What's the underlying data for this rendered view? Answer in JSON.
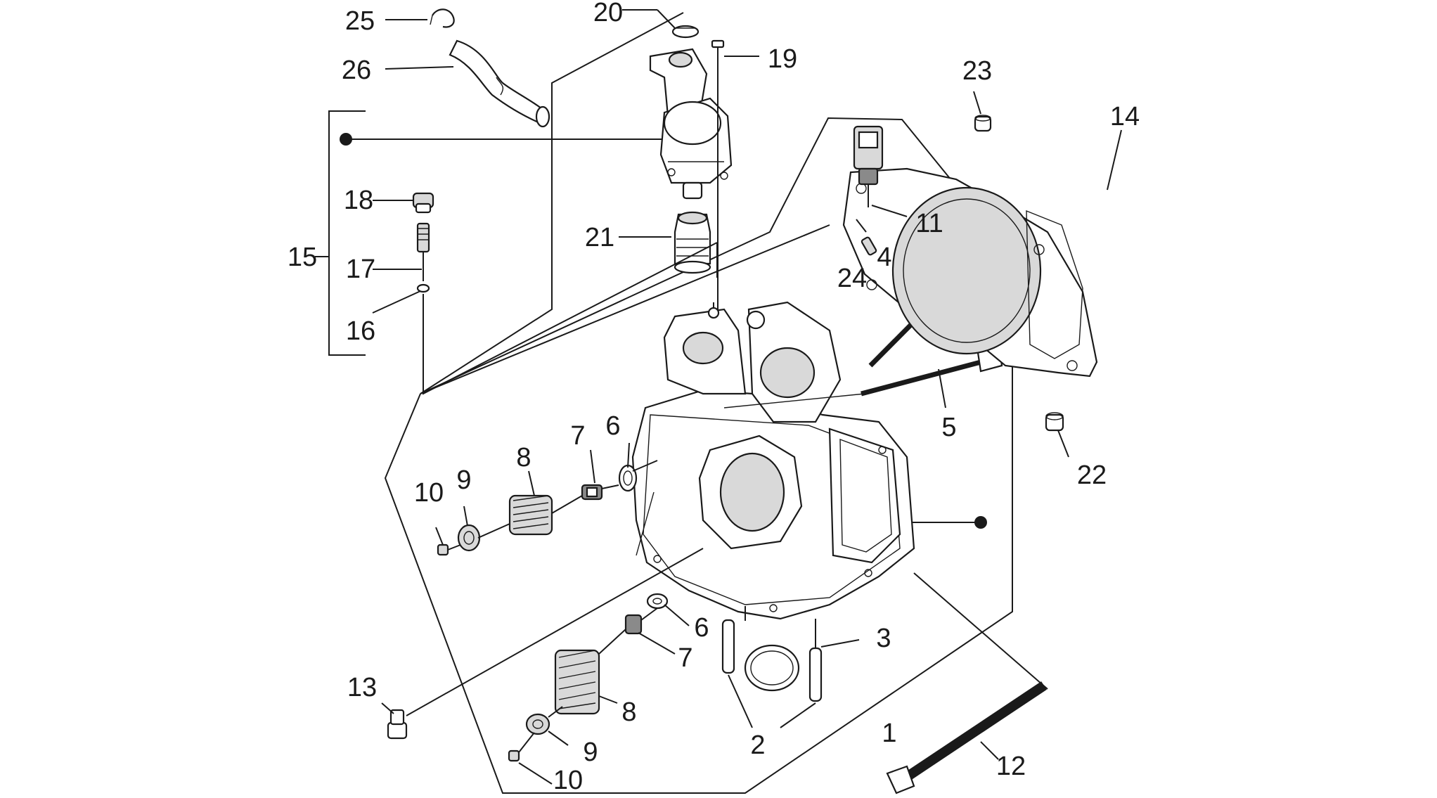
{
  "callouts": {
    "c1": "1",
    "c2": "2",
    "c3": "3",
    "c4": "4",
    "c5": "5",
    "c6a": "6",
    "c6b": "6",
    "c7a": "7",
    "c7b": "7",
    "c8a": "8",
    "c8b": "8",
    "c9a": "9",
    "c9b": "9",
    "c10a": "10",
    "c10b": "10",
    "c11": "11",
    "c12": "12",
    "c13": "13",
    "c14": "14",
    "c15": "15",
    "c16": "16",
    "c17": "17",
    "c18": "18",
    "c19": "19",
    "c20": "20",
    "c21": "21",
    "c22": "22",
    "c23": "23",
    "c24": "24",
    "c25": "25",
    "c26": "26"
  },
  "colors": {
    "line": "#1a1a1a",
    "background": "#ffffff",
    "shade": "#d9d9d9"
  }
}
